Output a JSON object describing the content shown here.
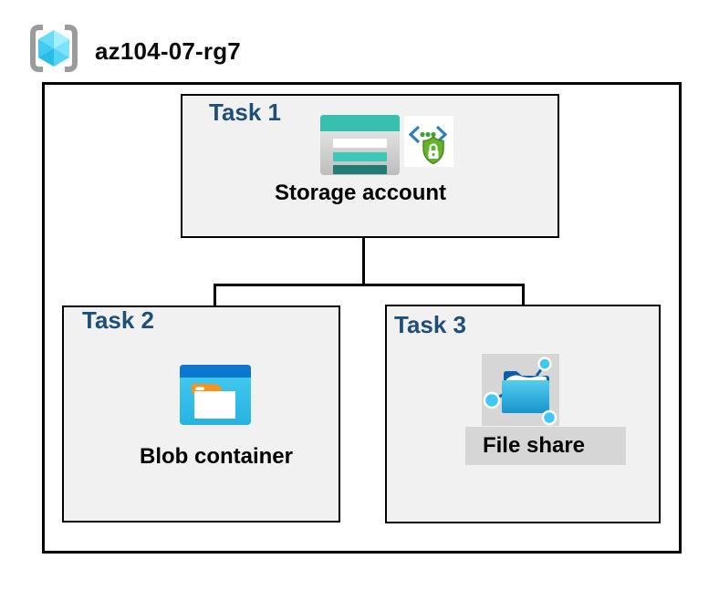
{
  "resource_group": {
    "name": "az104-07-rg7",
    "icon": "resource-group-icon"
  },
  "tasks": [
    {
      "label": "Task 1",
      "resource": "Storage account",
      "icons": [
        "storage-account-icon",
        "secure-endpoint-icon"
      ]
    },
    {
      "label": "Task 2",
      "resource": "Blob container",
      "icons": [
        "blob-container-icon"
      ]
    },
    {
      "label": "Task 3",
      "resource": "File share",
      "icons": [
        "file-share-icon"
      ]
    }
  ],
  "connections": [
    {
      "from": "Storage account",
      "to": "Blob container"
    },
    {
      "from": "Storage account",
      "to": "File share"
    }
  ],
  "colors": {
    "task_label_navy": "#1f4e79",
    "task_box_fill": "#f1f1f1",
    "border_black": "#000000",
    "highlight_gray": "#d6d6d6",
    "bracket_gray": "#9b9b9b",
    "cube_cyan": "#41c9f0",
    "storage_teal": "#36c0b0",
    "storage_teal_dark": "#217d73",
    "blob_top_blue": "#0d76cf",
    "blob_body_cyan": "#27b2e1",
    "folder_tab_orange": "#f7941e",
    "file_share_blue": "#1b9ad2",
    "node_cyan": "#3fc9f2",
    "stem_blue": "#0b5fa7",
    "shield_green": "#64b32a",
    "chevron_blue": "#2e7fc2",
    "dot_green": "#3da32f"
  }
}
